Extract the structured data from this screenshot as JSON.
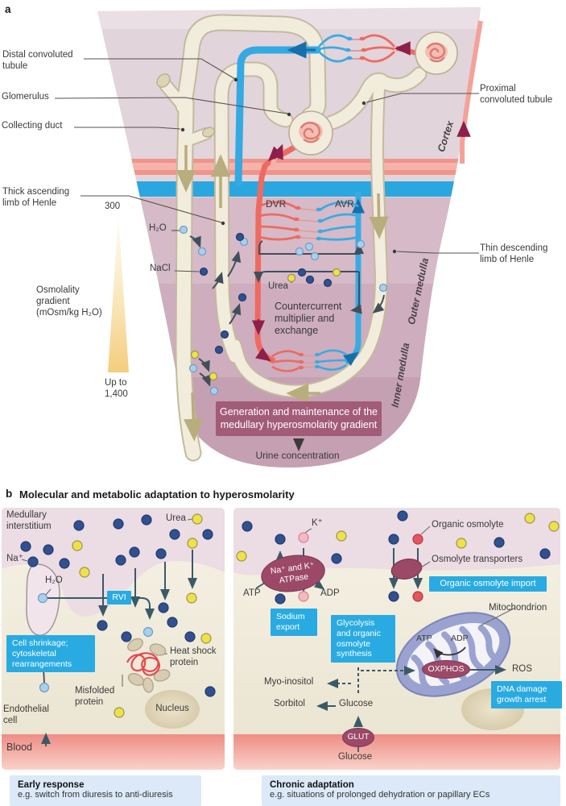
{
  "colors": {
    "accent_cyan": "#29abe2",
    "maroon": "#9c4968",
    "box_maroon": "#a25c78",
    "caption_blue": "#dbe9f8",
    "navy_dot": "#31508f",
    "yellow_dot": "#efe14a",
    "lightblue_dot": "#a8d0ec",
    "red_dot": "#e4555c",
    "pink_dot": "#f2bac2",
    "artery_red": "#ee6a60",
    "vein_blue": "#35a9e1"
  },
  "panel_a": {
    "letter": "a",
    "labels": {
      "distal": "Distal convoluted\ntubule",
      "glomerulus": "Glomerulus",
      "collecting_duct": "Collecting duct",
      "thick_ascending": "Thick ascending\nlimb of Henle",
      "proximal": "Proximal\nconvoluted tubule",
      "thin_descending": "Thin descending\nlimb of Henle",
      "cortex": "Cortex",
      "outer_medulla": "Outer medulla",
      "inner_medulla": "Inner medulla",
      "dvr": "DVR",
      "avr": "AVR",
      "urea": "Urea",
      "countercurrent": "Countercurrent\nmultiplier and\nexchange",
      "h2o": "H₂O",
      "nacl": "NaCl",
      "gradient_top": "300",
      "gradient_bottom": "Up to\n1,400",
      "gradient_label": "Osmolality\ngradient\n(mOsm/kg H₂O)",
      "generation_box": "Generation and maintenance of the\nmedullary hyperosmolarity gradient",
      "urine": "Urine concentration"
    }
  },
  "panel_b": {
    "letter": "b",
    "title": "Molecular and metabolic adaptation to hyperosmolarity",
    "left": {
      "medullary_interstitium": "Medullary\ninterstitium",
      "urea": "Urea",
      "na": "Na⁺",
      "h2o": "H₂O",
      "rvi": "RVI",
      "cell_shrinkage": "Cell shrinkage;\ncytoskeletal\nrearrangements",
      "heat_shock": "Heat shock\nprotein",
      "misfolded": "Misfolded\nprotein",
      "nucleus": "Nucleus",
      "endothelial": "Endothelial\ncell",
      "blood": "Blood",
      "caption_title": "Early response",
      "caption_body": "e.g. switch from diuresis to anti-diuresis"
    },
    "right": {
      "k": "K⁺",
      "atpase": "Na⁺ and K⁺\nATPase",
      "atp": "ATP",
      "adp": "ADP",
      "sodium_export": "Sodium\nexport",
      "organic_osmolyte": "Organic osmolyte",
      "osmolyte_transporters": "Osmolyte transporters",
      "osmolyte_import": "Organic osmolyte import",
      "glycolysis": "Glycolysis\nand organic\nosmolyte\nsynthesis",
      "mitochondrion": "Mitochondrion",
      "atp2": "ATP",
      "adp2": "ADP",
      "oxphos": "OXPHOS",
      "ros": "ROS",
      "dna_damage": "DNA damage\ngrowth arrest",
      "myo_inositol": "Myo-inositol",
      "sorbitol": "Sorbitol",
      "glucose_cell": "Glucose",
      "glut": "GLUT",
      "glucose_blood": "Glucose",
      "caption_title": "Chronic adaptation",
      "caption_body": "e.g. situations of prolonged dehydration or papillary ECs"
    }
  }
}
